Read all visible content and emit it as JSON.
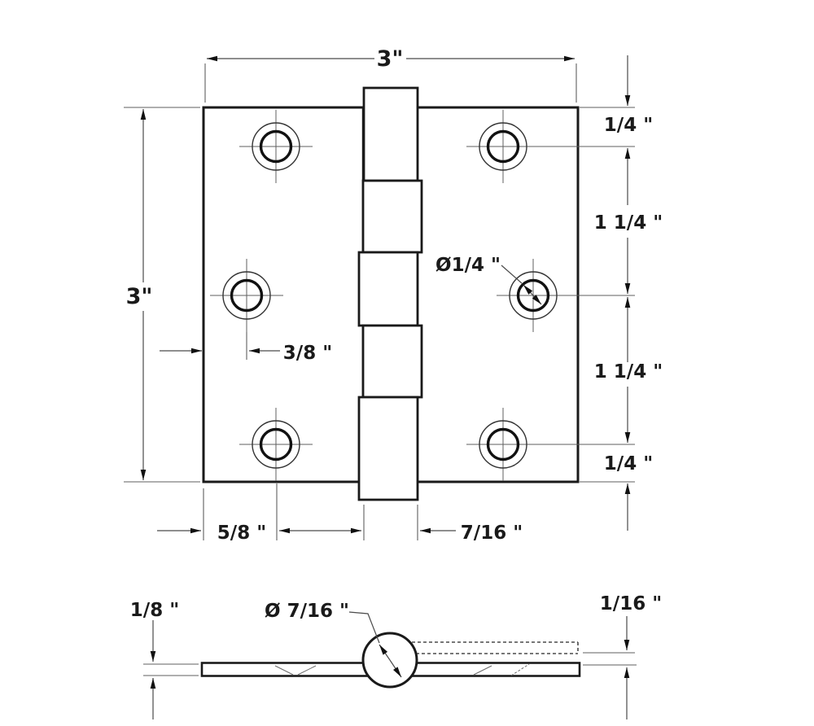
{
  "colors": {
    "background": "#ffffff",
    "outline": "#1a1a1a",
    "dimension_lines": "#4a4a4a",
    "text": "#1a1a1a"
  },
  "top_view": {
    "width_label": "3\"",
    "height_label": "3\"",
    "top_margin_label": "1/4 \"",
    "upper_span_label": "1 1/4 \"",
    "lower_span_label": "1 1/4 \"",
    "bottom_margin_label": "1/4 \"",
    "hole_edge_offset_label": "3/8 \"",
    "hole_diameter_label": "Ø1/4 \"",
    "corner_hole_inset_label": "5/8 \"",
    "knuckle_width_label": "7/16 \""
  },
  "side_view": {
    "leaf_thickness_label": "1/8 \"",
    "barrel_diameter_label": "Ø 7/16 \"",
    "leaf_offset_label": "1/16 \""
  }
}
